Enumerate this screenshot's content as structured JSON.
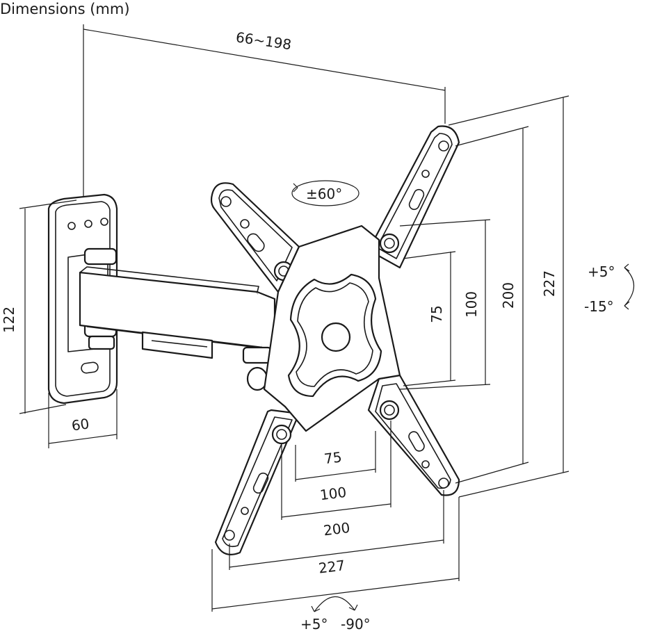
{
  "diagram": {
    "title": "Dimensions (mm)",
    "labels": {
      "arm_reach": "66~198",
      "wallplate_height": "122",
      "wallplate_width": "60",
      "rotation": "±60°",
      "tilt_up": "+5°",
      "tilt_down": "-15°",
      "vesa_h_75": "75",
      "vesa_h_100": "100",
      "vesa_h_200": "200",
      "vesa_h_227": "227",
      "vesa_w_75": "75",
      "vesa_w_100": "100",
      "vesa_w_200": "200",
      "vesa_w_227": "227",
      "swivel_left": "+5°",
      "swivel_right": "-90°"
    }
  }
}
